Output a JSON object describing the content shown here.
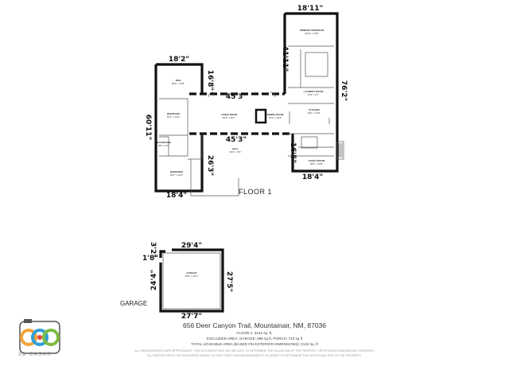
{
  "floor1": {
    "label": "FLOOR 1",
    "dimensions": {
      "top_right_width": "18'11\"",
      "right_wing_height": "41'11\"",
      "right_wing_full": "76'2\"",
      "left_wing_width": "18'2\"",
      "left_room_height": "16'8\"",
      "corridor_top": "45'3\"",
      "corridor_bottom": "45'3\"",
      "left_wing_height": "60'11\"",
      "left_lower_height": "26'3\"",
      "left_bottom_width": "18'4\"",
      "right_lower_height": "16'5\"",
      "right_bottom_width": "18'4\""
    },
    "rooms": {
      "primary_bedroom": "PRIMARY BEDROOM",
      "primary_bedroom_size": "18'11\" x 18'9\"",
      "den": "DEN",
      "den_size": "18'2\" x 16'8\"",
      "bedroom1": "BEDROOM",
      "bedroom1_size": "18'2\" x 13'4\"",
      "bathroom": "BATHROOM",
      "bathroom_size": "8'8\" x 6'3\"",
      "bedroom2": "BEDROOM",
      "bedroom2_size": "18'4\" x 15'4\"",
      "living_room": "LIVING ROOM",
      "living_room_size": "45'3\" x 20'7\"",
      "dining_room": "DINING ROOM",
      "dining_room_size": "14'2\" x 13'4\"",
      "hall": "HALL",
      "hall_size": "45'3\" x 5'9\"",
      "laundry": "LAUNDRY ROOM",
      "laundry_size": "11'9\" x 6'7\"",
      "kitchen": "KITCHEN",
      "kitchen_size": "18'4\" x 16'6\"",
      "guest_room": "GUEST ROOM",
      "guest_room_size": "18'4\" x 12'8\""
    }
  },
  "garage": {
    "label": "GARAGE",
    "room": "GARAGE",
    "room_size": "26'6\" x 24'1\"",
    "dim_top": "29'4\"",
    "dim_small_top": "3'2\"",
    "dim_small_left": "1'8\"",
    "dim_left": "24'4\"",
    "dim_right": "27'5\"",
    "dim_bottom": "27'7\""
  },
  "address": "656 Deer Canyon Trail, Mountainair, NM, 87036",
  "floor_area": "FLOOR 1: 3143 sq. ft,",
  "excluded_area": "EXCLUDED AREA: GARAGE: 686 sq ft, PORCH: 733 sq ft",
  "total_area": "TOTAL LEVEABLE AREA (BASED ON EXTERIOR DIMENSIONS): 3143 sq. ft",
  "disclaimer_1": "ALL MEASUREMENTS ARE APPROXIMATE. THIS DOCUMENT MAY NOT BE USED TO DETERMINE THE VALUATION OF THE PROPERTY OR ESTIMATE REMODELING EXPENSES.",
  "disclaimer_2": "ALL PARTIES USING THIS DOCUMENT AGREE TO TAKE THEIR OWN MEASUREMENTS IN ORDER TO DETERMINE THE LAYOUT AND SIZE OF THE PROPERTY.",
  "logo_text": "3D CASAS",
  "colors": {
    "wall": "#111111",
    "text": "#222222",
    "logo_orange": "#f2a33a",
    "logo_blue": "#2f9fd8",
    "logo_green": "#7dbb42",
    "logo_red": "#e2453c"
  }
}
